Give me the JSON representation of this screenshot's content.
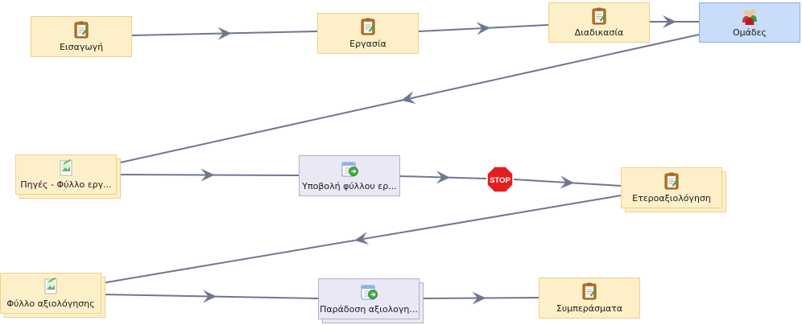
{
  "nodes": [
    {
      "id": "n1",
      "label": "Εισαγωγή",
      "kind": "page"
    },
    {
      "id": "n2",
      "label": "Εργασία",
      "kind": "page"
    },
    {
      "id": "n3",
      "label": "Διαδικασία",
      "kind": "page"
    },
    {
      "id": "n4",
      "label": "Ομάδες",
      "kind": "groups"
    },
    {
      "id": "n5",
      "label": "Πηγές - Φύλλο εργ...",
      "kind": "image"
    },
    {
      "id": "n6",
      "label": "Υποβολή φύλλου ερ...",
      "kind": "submit"
    },
    {
      "id": "n7",
      "label": "Ετεροαξιολόγηση",
      "kind": "page"
    },
    {
      "id": "n8",
      "label": "Φύλλο αξιολόγησης",
      "kind": "image"
    },
    {
      "id": "n9",
      "label": "Παράδοση αξιολογη...",
      "kind": "submit"
    },
    {
      "id": "n10",
      "label": "Συμπεράσματα",
      "kind": "page"
    }
  ],
  "stop": {
    "label": "STOP"
  },
  "colors": {
    "edge": "#6f7790",
    "activity_fill": "#fdf0c9",
    "activity_border": "#f2cf8a",
    "submit_fill": "#ebe8f5",
    "groups_fill": "#c9dcf9",
    "stop_red": "#e41e1e"
  }
}
